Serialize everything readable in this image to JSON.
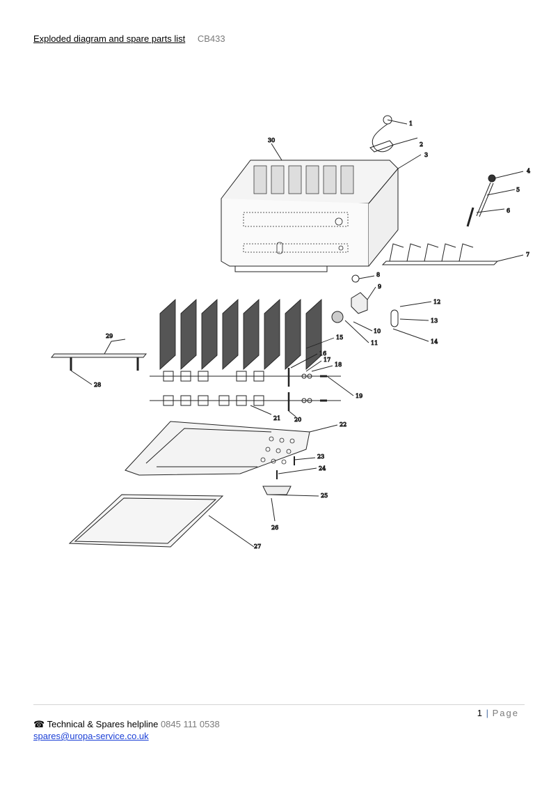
{
  "header": {
    "title": "Exploded diagram and spare parts list",
    "model": "CB433"
  },
  "diagram": {
    "callouts": [
      "1",
      "2",
      "3",
      "4",
      "5",
      "6",
      "7",
      "8",
      "9",
      "10",
      "11",
      "12",
      "13",
      "14",
      "15",
      "16",
      "17",
      "18",
      "19",
      "20",
      "21",
      "22",
      "23",
      "24",
      "25",
      "26",
      "27",
      "28",
      "29",
      "30"
    ]
  },
  "footer": {
    "page_number": "1",
    "separator": "|",
    "page_label": "Page",
    "helpline_icon": "telephone-icon",
    "helpline_label": "Technical & Spares helpline",
    "helpline_number": "0845 111 0538",
    "email": "spares@uropa-service.co.uk"
  }
}
